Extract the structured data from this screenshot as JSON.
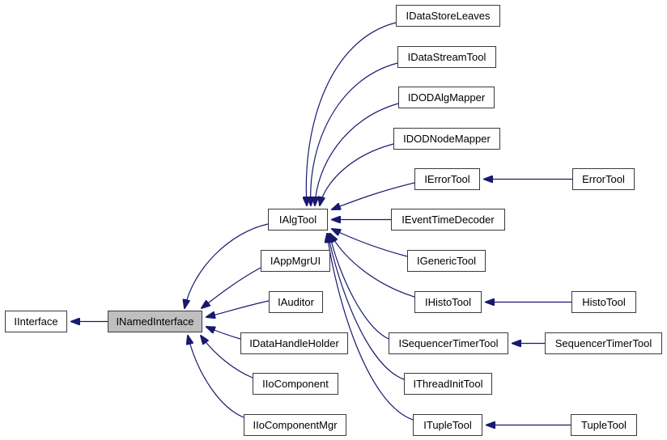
{
  "diagram": {
    "title": "Inheritance graph",
    "type": "class-inheritance-diagram",
    "colors": {
      "arrow": "#191970",
      "node_border": "#3a3a3a",
      "node_fill": "#ffffff",
      "highlight_fill": "#bfbfbf",
      "text": "#000000",
      "background": "#ffffff"
    },
    "nodes": {
      "iinterface": {
        "label": "IInterface",
        "highlighted": false
      },
      "inamedinterface": {
        "label": "INamedInterface",
        "highlighted": true
      },
      "ialgtool": {
        "label": "IAlgTool",
        "highlighted": false
      },
      "iappmgrui": {
        "label": "IAppMgrUI",
        "highlighted": false
      },
      "iauditor": {
        "label": "IAuditor",
        "highlighted": false
      },
      "idatahandleholder": {
        "label": "IDataHandleHolder",
        "highlighted": false
      },
      "iiocomponent": {
        "label": "IIoComponent",
        "highlighted": false
      },
      "iiocomponentmgr": {
        "label": "IIoComponentMgr",
        "highlighted": false
      },
      "idatastoreleaves": {
        "label": "IDataStoreLeaves",
        "highlighted": false
      },
      "idatastreamtool": {
        "label": "IDataStreamTool",
        "highlighted": false
      },
      "idodalgmapper": {
        "label": "IDODAlgMapper",
        "highlighted": false
      },
      "idodnodemapper": {
        "label": "IDODNodeMapper",
        "highlighted": false
      },
      "ierrortool": {
        "label": "IErrorTool",
        "highlighted": false
      },
      "ieventtimedecoder": {
        "label": "IEventTimeDecoder",
        "highlighted": false
      },
      "igenerictool": {
        "label": "IGenericTool",
        "highlighted": false
      },
      "ihistotool": {
        "label": "IHistoTool",
        "highlighted": false
      },
      "isequencertimertool": {
        "label": "ISequencerTimerTool",
        "highlighted": false
      },
      "ithreadinittool": {
        "label": "IThreadInitTool",
        "highlighted": false
      },
      "itupletool": {
        "label": "ITupleTool",
        "highlighted": false
      },
      "errortool": {
        "label": "ErrorTool",
        "highlighted": false
      },
      "histotool": {
        "label": "HistoTool",
        "highlighted": false
      },
      "sequencertimertool": {
        "label": "SequencerTimerTool",
        "highlighted": false
      },
      "tupletool": {
        "label": "TupleTool",
        "highlighted": false
      }
    },
    "edges": [
      {
        "derived": "INamedInterface",
        "base": "IInterface"
      },
      {
        "derived": "IAlgTool",
        "base": "INamedInterface"
      },
      {
        "derived": "IAppMgrUI",
        "base": "INamedInterface"
      },
      {
        "derived": "IAuditor",
        "base": "INamedInterface"
      },
      {
        "derived": "IDataHandleHolder",
        "base": "INamedInterface"
      },
      {
        "derived": "IIoComponent",
        "base": "INamedInterface"
      },
      {
        "derived": "IIoComponentMgr",
        "base": "INamedInterface"
      },
      {
        "derived": "IDataStoreLeaves",
        "base": "IAlgTool"
      },
      {
        "derived": "IDataStreamTool",
        "base": "IAlgTool"
      },
      {
        "derived": "IDODAlgMapper",
        "base": "IAlgTool"
      },
      {
        "derived": "IDODNodeMapper",
        "base": "IAlgTool"
      },
      {
        "derived": "IErrorTool",
        "base": "IAlgTool"
      },
      {
        "derived": "IEventTimeDecoder",
        "base": "IAlgTool"
      },
      {
        "derived": "IGenericTool",
        "base": "IAlgTool"
      },
      {
        "derived": "IHistoTool",
        "base": "IAlgTool"
      },
      {
        "derived": "ISequencerTimerTool",
        "base": "IAlgTool"
      },
      {
        "derived": "IThreadInitTool",
        "base": "IAlgTool"
      },
      {
        "derived": "ITupleTool",
        "base": "IAlgTool"
      },
      {
        "derived": "ErrorTool",
        "base": "IErrorTool"
      },
      {
        "derived": "HistoTool",
        "base": "IHistoTool"
      },
      {
        "derived": "SequencerTimerTool",
        "base": "ISequencerTimerTool"
      },
      {
        "derived": "TupleTool",
        "base": "ITupleTool"
      }
    ]
  }
}
